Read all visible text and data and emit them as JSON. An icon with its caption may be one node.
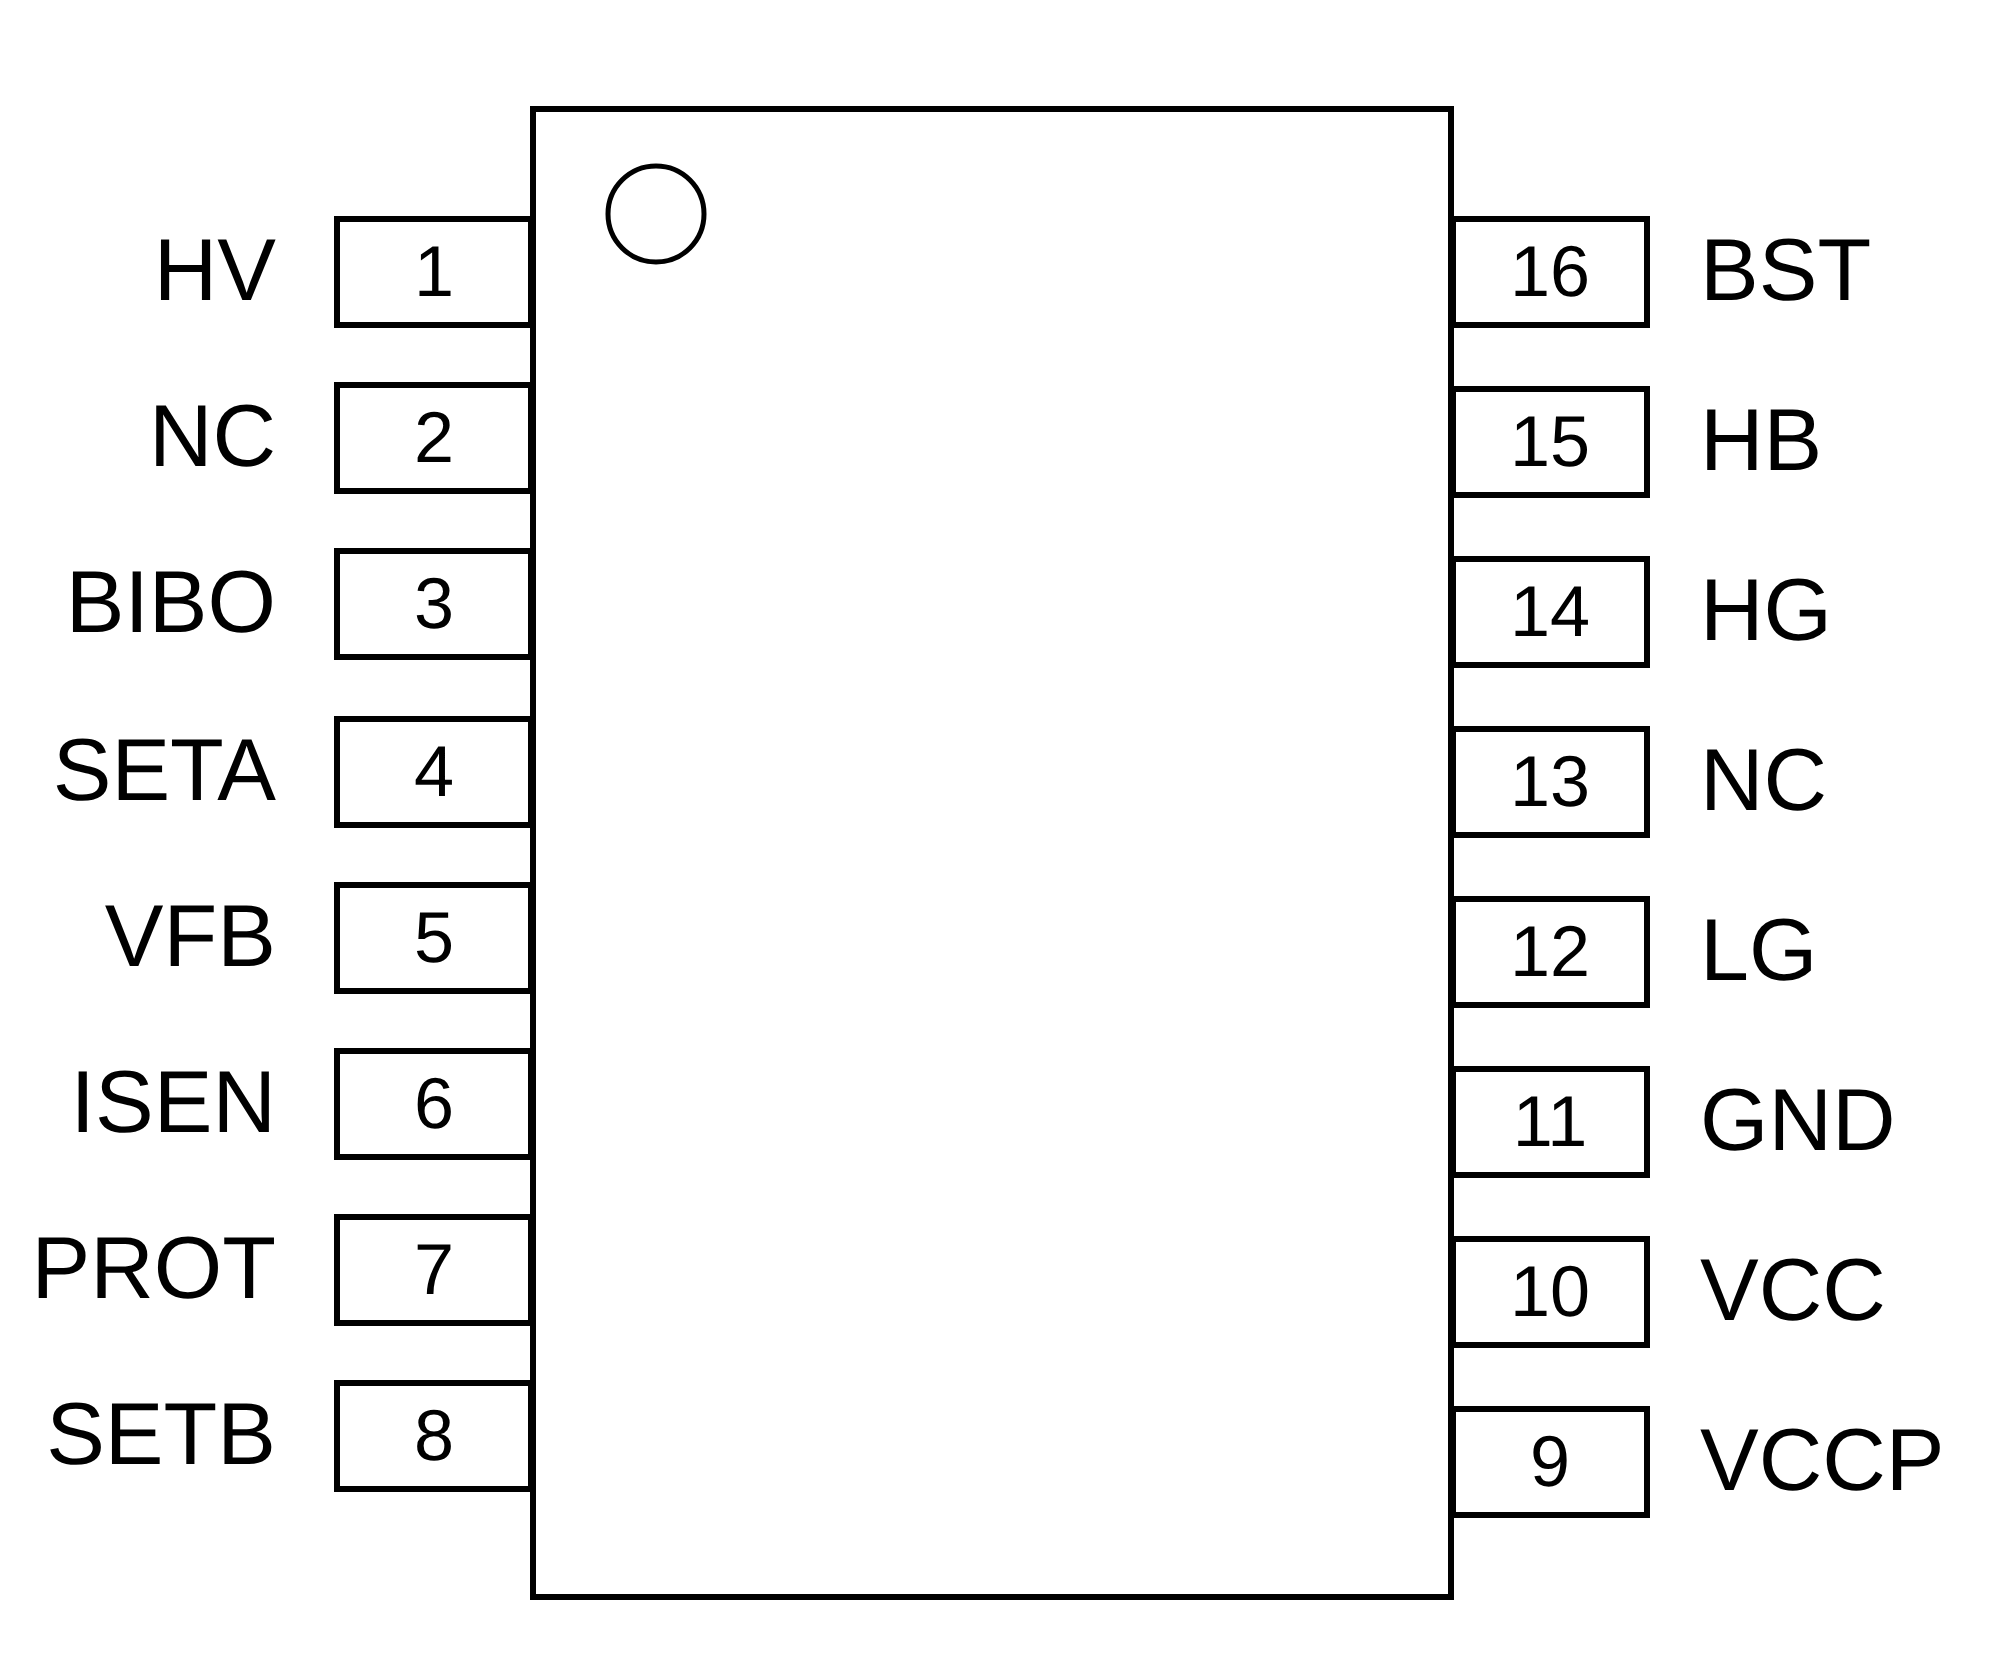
{
  "diagram": {
    "nodes": [
      {
        "text": [],
        "shape": "box"
      },
      {
        "text": [
          "1"
        ],
        "beside": [
          "HV"
        ]
      },
      {
        "text": [
          "2"
        ],
        "beside": [
          "NC"
        ]
      },
      {
        "text": [
          "3"
        ],
        "beside": [
          "BIBO"
        ]
      },
      {
        "text": [
          "4"
        ],
        "beside": [
          "SETA"
        ]
      },
      {
        "text": [
          "5"
        ],
        "beside": [
          "VFB"
        ]
      },
      {
        "text": [
          "6"
        ],
        "beside": [
          "ISEN"
        ]
      },
      {
        "text": [
          "7"
        ],
        "beside": [
          "PROT"
        ]
      },
      {
        "text": [
          "8"
        ],
        "beside": [
          "SETB"
        ]
      },
      {
        "text": [
          "9"
        ],
        "beside": [
          "VCCP"
        ]
      },
      {
        "text": [
          "10"
        ],
        "beside": [
          "VCC"
        ]
      },
      {
        "text": [
          "11"
        ],
        "beside": [
          "GND"
        ]
      },
      {
        "text": [
          "12"
        ],
        "beside": [
          "LG"
        ]
      },
      {
        "text": [
          "13"
        ],
        "beside": [
          "NC"
        ]
      },
      {
        "text": [
          "14"
        ],
        "beside": [
          "HG"
        ]
      },
      {
        "text": [
          "15"
        ],
        "beside": [
          "HB"
        ]
      },
      {
        "text": [
          "16"
        ],
        "beside": [
          "BST"
        ]
      }
    ]
  }
}
